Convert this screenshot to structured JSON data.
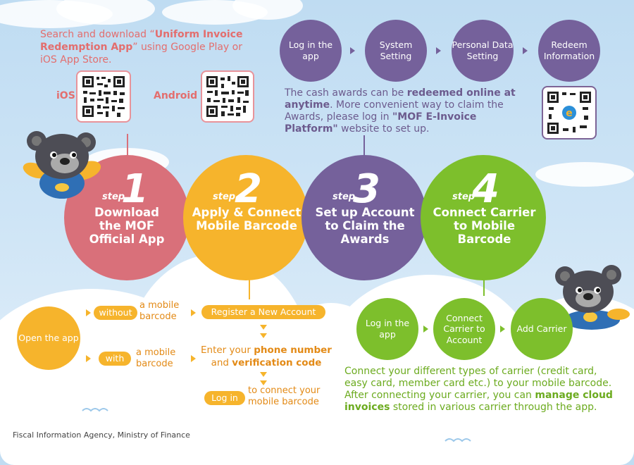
{
  "colors": {
    "red": "#d9707a",
    "orange": "#f6b42c",
    "purple": "#75619b",
    "green": "#7dbf2c",
    "orange_text": "#e38a16",
    "red_text": "#e36e6e"
  },
  "intro": {
    "text_a": "Search and download “",
    "app_name": "Uniform Invoice Redemption App",
    "text_b": "” using Google Play or iOS App Store."
  },
  "qr_labels": {
    "ios": "iOS",
    "android": "Android"
  },
  "top_flow": [
    {
      "label": "Log in the app"
    },
    {
      "label": "System Setting"
    },
    {
      "label": "Personal Data Setting"
    },
    {
      "label": "Redeem Information"
    }
  ],
  "awards_text": {
    "a": "The cash awards can be ",
    "b": "redeemed online at anytime",
    "c": ". More convenient way to claim the Awards, please log in ",
    "d": "\"MOF E-Invoice Platform\"",
    "e": " website to set up."
  },
  "steps": [
    {
      "word": "step",
      "num": "1",
      "title": "Download the MOF Official App"
    },
    {
      "word": "step",
      "num": "2",
      "title": "Apply & Connect Mobile Barcode"
    },
    {
      "word": "step",
      "num": "3",
      "title": "Set up Account to Claim the Awards"
    },
    {
      "word": "step",
      "num": "4",
      "title": "Connect Carrier to Mobile Barcode"
    }
  ],
  "orange_flow": {
    "open": "Open the app",
    "without": "without",
    "without_tail": "a mobile barcode",
    "with": "with",
    "with_tail": "a mobile barcode",
    "register": "Register a New Account",
    "enter_a": "Enter your ",
    "enter_b": "phone number",
    "enter_c": " and ",
    "enter_d": "verification code",
    "login": "Log in",
    "login_tail": "to connect your mobile barcode"
  },
  "green_flow": [
    {
      "label": "Log in the app"
    },
    {
      "label": "Connect Carrier to Account"
    },
    {
      "label": "Add Carrier"
    }
  ],
  "green_text": {
    "a": "Connect your different types of carrier (credit card, easy card, member card etc.) to your mobile barcode. After connecting your carrier, you can ",
    "b": "manage cloud invoices",
    "c": " stored in various carrier through the app."
  },
  "footer": "Fiscal Information Agency, Ministry of Finance"
}
